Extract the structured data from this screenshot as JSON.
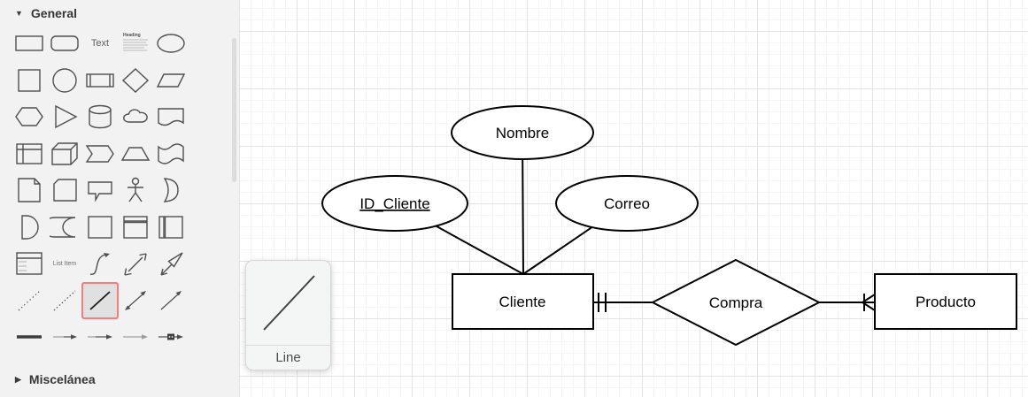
{
  "sidebar": {
    "sections": [
      {
        "label": "General",
        "expanded": true
      },
      {
        "label": "Miscelánea",
        "expanded": false
      }
    ],
    "labels": {
      "text": "Text",
      "heading": "Heading",
      "list_item": "List Item"
    },
    "selected_shape": "line",
    "shapes": [
      "rectangle",
      "rounded-rectangle",
      "text",
      "heading",
      "ellipse",
      "square",
      "circle",
      "process",
      "diamond",
      "parallelogram",
      "hexagon",
      "triangle",
      "cylinder",
      "cloud",
      "document",
      "internal-storage",
      "cube",
      "step",
      "trapezoid",
      "tape",
      "note",
      "card",
      "callout",
      "actor",
      "or",
      "and",
      "data-storage",
      "container",
      "vertical-container",
      "horizontal-container",
      "list",
      "list-item",
      "curve",
      "bidirectional-arrow",
      "arrow",
      "dotted-line",
      "dashed-line",
      "line",
      "bidirectional-connector",
      "directional-connector",
      "link",
      "arrow-connector-1",
      "arrow-connector-2",
      "arrow-connector-3",
      "labeled-connector"
    ]
  },
  "tooltip": {
    "title": "Line"
  },
  "canvas": {
    "diagram": {
      "attributes": [
        {
          "label": "Nombre",
          "underlined": false
        },
        {
          "label": "ID_Cliente",
          "underlined": true
        },
        {
          "label": "Correo",
          "underlined": false
        }
      ],
      "entities": [
        {
          "label": "Cliente"
        },
        {
          "label": "Producto"
        }
      ],
      "relationships": [
        {
          "label": "Compra"
        }
      ],
      "connections": [
        {
          "from": "Nombre",
          "to": "Cliente"
        },
        {
          "from": "ID_Cliente",
          "to": "Cliente"
        },
        {
          "from": "Correo",
          "to": "Cliente"
        },
        {
          "from": "Cliente",
          "to": "Compra",
          "notation": "one (double tick)"
        },
        {
          "from": "Compra",
          "to": "Producto",
          "notation": "many (crow's foot with bar)"
        }
      ]
    }
  },
  "colors": {
    "selection_red": "#f57d7d",
    "sidebar_bg": "#f2f2f3",
    "grid_minor": "#f5f5f5",
    "grid_major": "#e3e3e3",
    "diagram_stroke": "#000000"
  }
}
